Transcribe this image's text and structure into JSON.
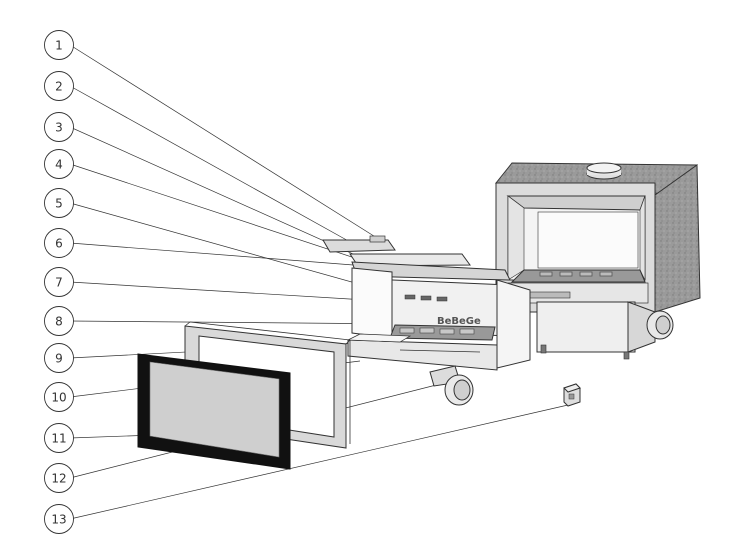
{
  "diagram": {
    "type": "exploded-view",
    "subject": "fireplace insert",
    "callouts": [
      "1",
      "2",
      "3",
      "4",
      "5",
      "6",
      "7",
      "8",
      "9",
      "10",
      "11",
      "12",
      "13"
    ],
    "brand_mark": "BeBeGe",
    "colors": {
      "line": "#333333",
      "callout_fill": "#ffffff",
      "metal_light": "#e8e8e8",
      "metal_mid": "#cfcfcf",
      "cast_iron": "#8c8c8c",
      "glass": "#cfcfcf",
      "glass_frame": "#111111"
    }
  }
}
